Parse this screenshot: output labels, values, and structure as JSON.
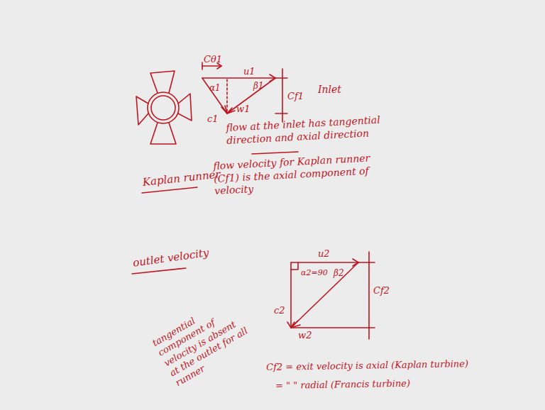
{
  "diagram": {
    "labels": [
      "Cθ1",
      "u1",
      "α1",
      "β1",
      "c1",
      "w1",
      "Cf1",
      "Inlet",
      "Kaplan runner",
      "flow at the inlet has tangential direction and axial direction",
      "flow velocity for Kaplan runner (Cf1) is the axial component of velocity",
      "outlet velocity",
      "tangential component of velocity is absent at the outlet for all runner",
      "u2",
      "α2=90",
      "β2",
      "Cf2",
      "c2",
      "w2",
      "Cf2 = exit velocity is axial (Kaplan turbine)",
      "= \" \" radial (Francis turbine)"
    ]
  }
}
